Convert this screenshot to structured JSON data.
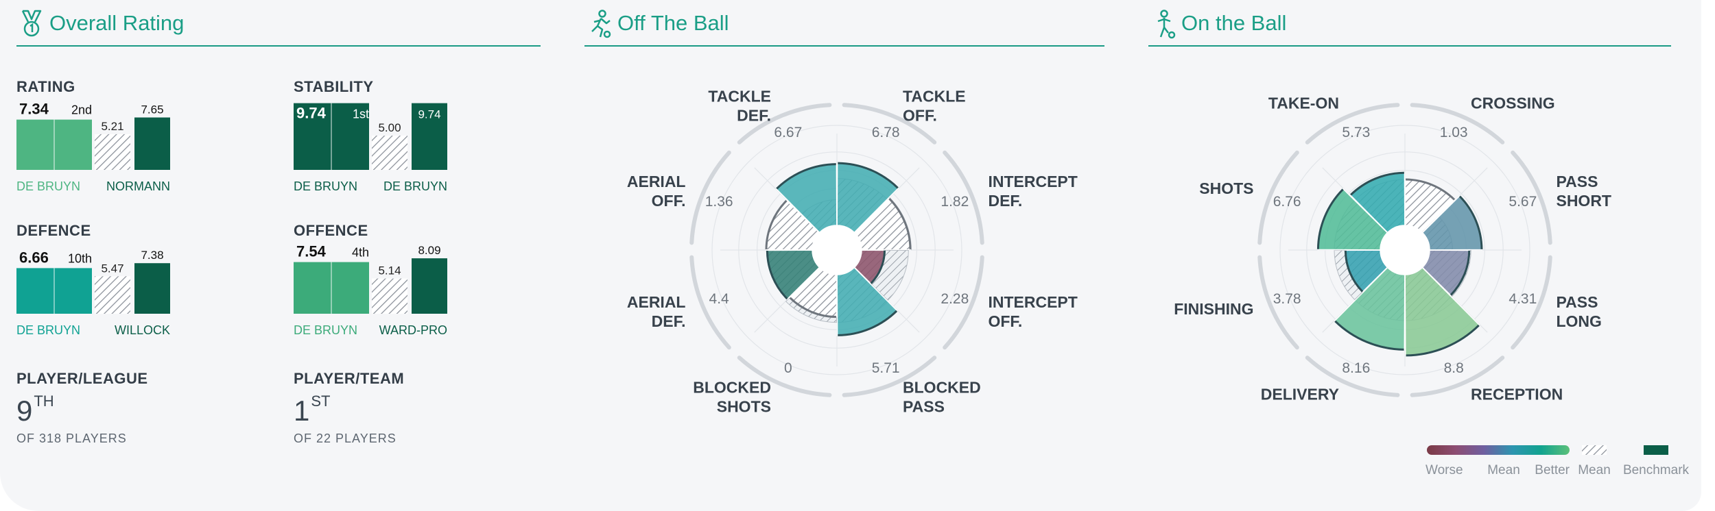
{
  "overall": {
    "title": "Overall Rating",
    "icon": "medal-icon",
    "metrics": [
      {
        "label": "RATING",
        "value": "7.34",
        "rank": "2nd",
        "mean": "5.21",
        "benchmark": "7.65",
        "player": "DE BRUYN",
        "benchmark_player": "NORMANN",
        "value_color": "#4eb582",
        "benchmark_color": "#0b5e48"
      },
      {
        "label": "STABILITY",
        "value": "9.74",
        "rank": "1st",
        "mean": "5.00",
        "benchmark": "9.74",
        "player": "DE BRUYN",
        "benchmark_player": "DE BRUYN",
        "value_color": "#0b5e48",
        "benchmark_color": "#0b5e48"
      },
      {
        "label": "DEFENCE",
        "value": "6.66",
        "rank": "10th",
        "mean": "5.47",
        "benchmark": "7.38",
        "player": "DE BRUYN",
        "benchmark_player": "WILLOCK",
        "value_color": "#10a293",
        "benchmark_color": "#0b5e48"
      },
      {
        "label": "OFFENCE",
        "value": "7.54",
        "rank": "4th",
        "mean": "5.14",
        "benchmark": "8.09",
        "player": "DE BRUYN",
        "benchmark_player": "WARD-PRO",
        "value_color": "#3cab7a",
        "benchmark_color": "#0b5e48"
      }
    ],
    "league": {
      "label": "PLAYER/LEAGUE",
      "rank": "9",
      "suffix": "TH",
      "sub": "OF 318 PLAYERS"
    },
    "team": {
      "label": "PLAYER/TEAM",
      "rank": "1",
      "suffix": "ST",
      "sub": "OF 22 PLAYERS"
    }
  },
  "off_ball": {
    "title": "Off The Ball",
    "icon": "running-player-icon",
    "scale_max": 10,
    "segments": [
      {
        "label1": "TACKLE",
        "label2": "OFF.",
        "value": 6.78,
        "value_text": "6.78",
        "mean": 5.1,
        "color": "#3eabb0",
        "hatched": false
      },
      {
        "label1": "INTERCEPT",
        "label2": "DEF.",
        "value": 5.3,
        "value_text": "1.82",
        "mean": 5.4,
        "color": "#e8edf1",
        "hatched": true
      },
      {
        "label1": "INTERCEPT",
        "label2": "OFF.",
        "value": 2.5,
        "value_text": "2.28",
        "mean": 5.1,
        "color": "#8a4f66",
        "hatched": false
      },
      {
        "label1": "BLOCKED",
        "label2": "PASS",
        "value": 6.6,
        "value_text": "5.71",
        "mean": 5.2,
        "color": "#3eabb0",
        "hatched": false
      },
      {
        "label1": "BLOCKED",
        "label2": "SHOTS",
        "value": 4.6,
        "value_text": "0",
        "mean": 5.2,
        "color": "#e8edf1",
        "hatched": true
      },
      {
        "label1": "AERIAL",
        "label2": "DEF.",
        "value": 4.9,
        "value_text": "4.4",
        "mean": 4.9,
        "color": "#2e7d72",
        "hatched": false
      },
      {
        "label1": "AERIAL",
        "label2": "OFF.",
        "value": 5.0,
        "value_text": "1.36",
        "mean": 5.0,
        "color": "#e8edf1",
        "hatched": true
      },
      {
        "label1": "TACKLE",
        "label2": "DEF.",
        "value": 6.67,
        "value_text": "6.67",
        "mean": 2.8,
        "color": "#3eabb0",
        "hatched": false
      }
    ]
  },
  "on_ball": {
    "title": "On the Ball",
    "icon": "player-with-ball-icon",
    "scale_max": 10,
    "segments": [
      {
        "label1": "CROSSING",
        "label2": "",
        "value": 5.0,
        "value_text": "1.03",
        "mean": 5.0,
        "color": "#e8edf1",
        "hatched": true
      },
      {
        "label1": "PASS",
        "label2": "SHORT",
        "value": 5.67,
        "value_text": "5.67",
        "mean": 2.5,
        "color": "#5e92a8",
        "hatched": false
      },
      {
        "label1": "PASS",
        "label2": "LONG",
        "value": 4.31,
        "value_text": "4.31",
        "mean": 4.5,
        "color": "#7f88a8",
        "hatched": false
      },
      {
        "label1": "RECEPTION",
        "label2": "",
        "value": 8.8,
        "value_text": "8.8",
        "mean": 5.0,
        "color": "#86c892",
        "hatched": false
      },
      {
        "label1": "DELIVERY",
        "label2": "",
        "value": 8.16,
        "value_text": "8.16",
        "mean": 5.0,
        "color": "#66c29a",
        "hatched": false
      },
      {
        "label1": "FINISHING",
        "label2": "",
        "value": 3.78,
        "value_text": "3.78",
        "mean": 5.0,
        "color": "#2f9fae",
        "hatched": false
      },
      {
        "label1": "SHOTS",
        "label2": "",
        "value": 6.76,
        "value_text": "6.76",
        "mean": 5.0,
        "color": "#4dbb95",
        "hatched": false
      },
      {
        "label1": "TAKE-ON",
        "label2": "",
        "value": 5.73,
        "value_text": "5.73",
        "mean": 5.0,
        "color": "#2ea9ae",
        "hatched": false
      }
    ]
  },
  "legend": {
    "worse": "Worse",
    "mean": "Mean",
    "better": "Better",
    "mean2": "Mean",
    "benchmark": "Benchmark",
    "gradient": [
      "#7a3a46",
      "#8d4d72",
      "#6f5fa0",
      "#2d95b0",
      "#12a38f",
      "#5cc07a"
    ],
    "benchmark_color": "#0b5e48"
  }
}
